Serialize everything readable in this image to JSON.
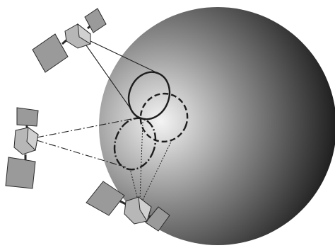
{
  "diagram": {
    "subject": "satellite-coverage-illustration",
    "colors": {
      "background": "#ffffff",
      "sphere_light": "#f4f4f4",
      "sphere_mid": "#8a8a8a",
      "sphere_dark": "#141414",
      "satellite_body": "#b7b7b7",
      "solar_panel": "#9a9a9a",
      "outline": "#222222"
    },
    "satellites": [
      {
        "id": "upper-left",
        "beam_style": "solid"
      },
      {
        "id": "left",
        "beam_style": "dash-dot"
      },
      {
        "id": "bottom",
        "beam_style": "dotted"
      }
    ],
    "footprints": [
      {
        "id": "footprint-solid",
        "style": "solid"
      },
      {
        "id": "footprint-dashed",
        "style": "dashed"
      },
      {
        "id": "footprint-dash-dot",
        "style": "dash-dot"
      }
    ]
  }
}
